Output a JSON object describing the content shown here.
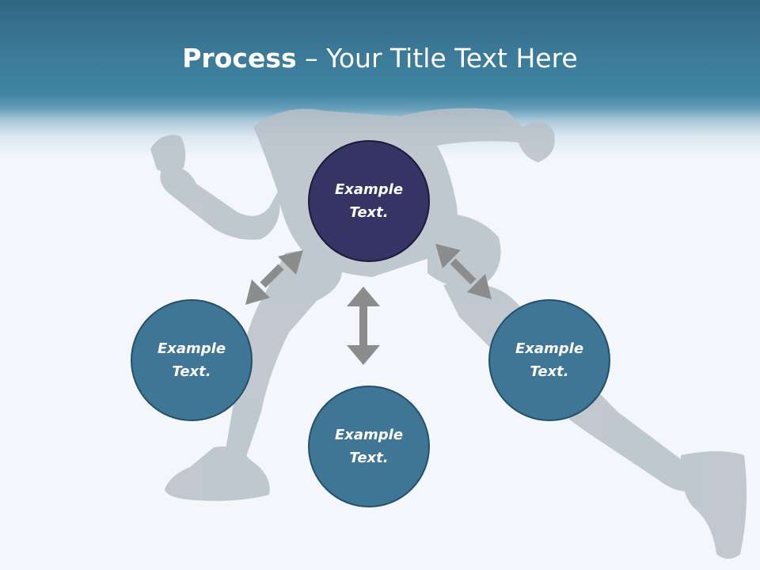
{
  "slide": {
    "title_bold": "Process",
    "title_rest": " – Your Title Text Here"
  },
  "nodes": {
    "top": "Example\nText.",
    "left": "Example\nText.",
    "right": "Example\nText.",
    "bottom": "Example\nText."
  },
  "colors": {
    "header": "#3a7896",
    "top_node": "#353464",
    "teal_node": "#3f7696",
    "arrow": "#8c8c8c",
    "runner": "#b4bcc4"
  }
}
